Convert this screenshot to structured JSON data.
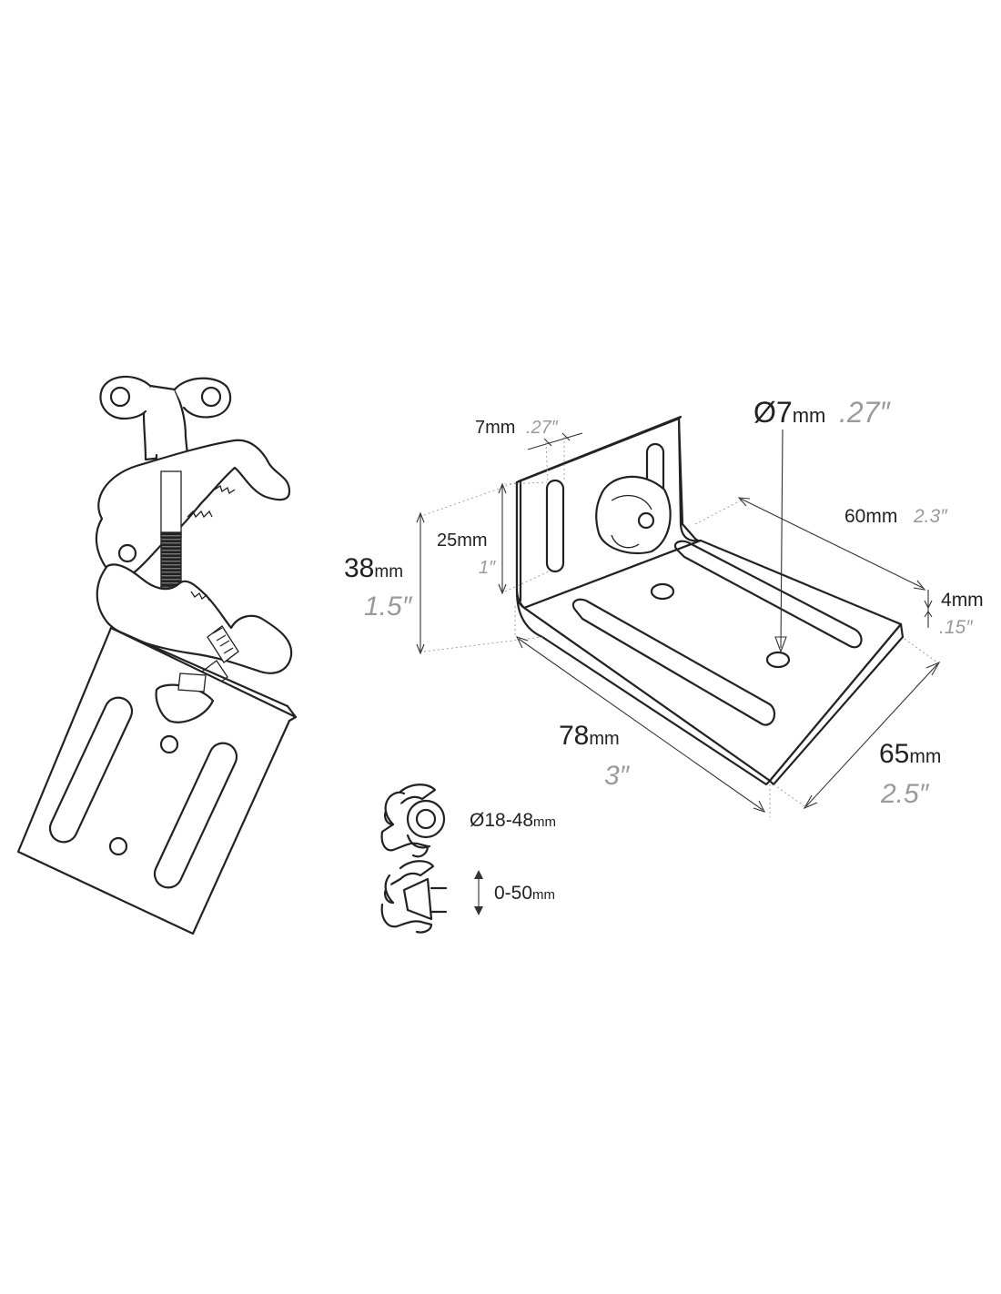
{
  "dimensions": {
    "height_total": {
      "metric": "38",
      "unit": "mm",
      "imperial": "1.5″"
    },
    "slot_length": {
      "metric": "25",
      "unit": "mm",
      "imperial": "1″"
    },
    "slot_width": {
      "metric": "7",
      "unit": "mm",
      "imperial": ".27″"
    },
    "hole_diameter": {
      "metric": "Ø7",
      "unit": "mm",
      "imperial": ".27″"
    },
    "base_slot": {
      "metric": "60",
      "unit": "mm",
      "imperial": "2.3″"
    },
    "thickness": {
      "metric": "4",
      "unit": "mm",
      "imperial": ".15″"
    },
    "length": {
      "metric": "78",
      "unit": "mm",
      "imperial": "3″"
    },
    "depth": {
      "metric": "65",
      "unit": "mm",
      "imperial": "2.5″"
    }
  },
  "clamp_ranges": {
    "tube": {
      "metric": "Ø18-48",
      "unit": "mm"
    },
    "flat": {
      "metric": "0-50",
      "unit": "mm"
    }
  }
}
